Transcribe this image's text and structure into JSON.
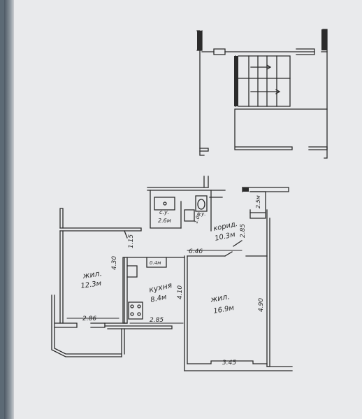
{
  "rooms": {
    "living_left": {
      "name": "жил.",
      "area": "12.3м"
    },
    "kitchen": {
      "name": "кухня",
      "area": "8.4м"
    },
    "corridor": {
      "name": "корид.",
      "area": "10.3м"
    },
    "living_right": {
      "name": "жил.",
      "area": "16.9м"
    },
    "wc": {
      "name": "с.у.",
      "area": "2.6м"
    },
    "bath": {
      "name": "с.у.",
      "area": "1.0м"
    },
    "closet": {
      "area": "0.4м"
    },
    "builtin": {
      "area": "2.5м"
    }
  },
  "dimensions": {
    "left_width": "2.86",
    "left_height": "4.30",
    "left_door": "1.15",
    "kitchen_width": "2.85",
    "kitchen_height": "4.10",
    "corridor_width": "6.46",
    "corridor_height": "2.85",
    "right_height": "4.90",
    "right_width": "3.45"
  }
}
